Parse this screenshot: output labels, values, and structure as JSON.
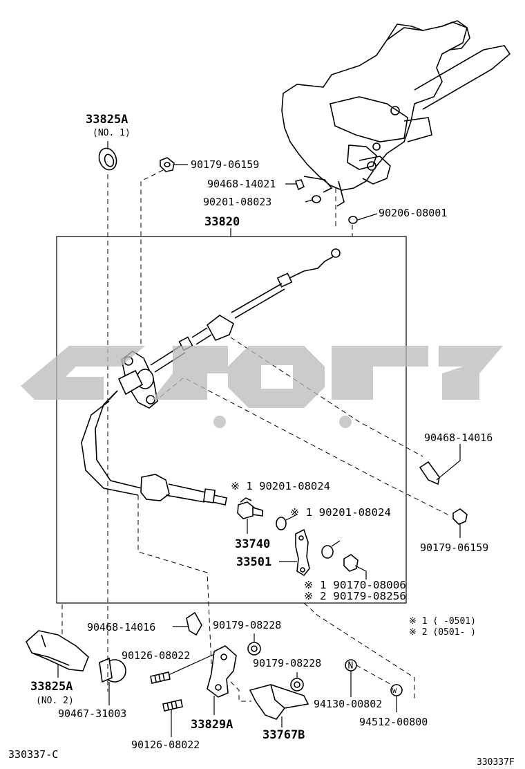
{
  "labels": {
    "p33825A_no1": "33825A",
    "p33825A_no1_sub": "(NO. 1)",
    "p90179_06159_top": "90179-06159",
    "p90468_14021": "90468-14021",
    "p90201_08023": "90201-08023",
    "p90206_08001": "90206-08001",
    "p33820": "33820",
    "p90468_14016_right": "90468-14016",
    "p90179_06159_right": "90179-06159",
    "p90201_08024_a": "※ 1 90201-08024",
    "p90201_08024_b": "※ 1 90201-08024",
    "p33740": "33740",
    "p33501": "33501",
    "p90170_08006": "※ 1 90170-08006",
    "p90179_08256": "※ 2 90179-08256",
    "p90468_14016_low": "90468-14016",
    "p90179_08228_a": "90179-08228",
    "p90126_08022_a": "90126-08022",
    "p90179_08228_b": "90179-08228",
    "p33825A_no2": "33825A",
    "p33825A_no2_sub": "(NO. 2)",
    "p90467_31003": "90467-31003",
    "p33829A": "33829A",
    "p33767B": "33767B",
    "p94130_00802": "94130-00802",
    "p94512_00800": "94512-00800",
    "p90126_08022_b": "90126-08022",
    "note1": "※ 1 (      -0501)",
    "note2": "※ 2 (0501-      )",
    "fig_left": "330337-C",
    "fig_right": "330337F"
  },
  "colors": {
    "line": "#000000",
    "watermark": "#b9b9b9",
    "background": "#ffffff"
  }
}
